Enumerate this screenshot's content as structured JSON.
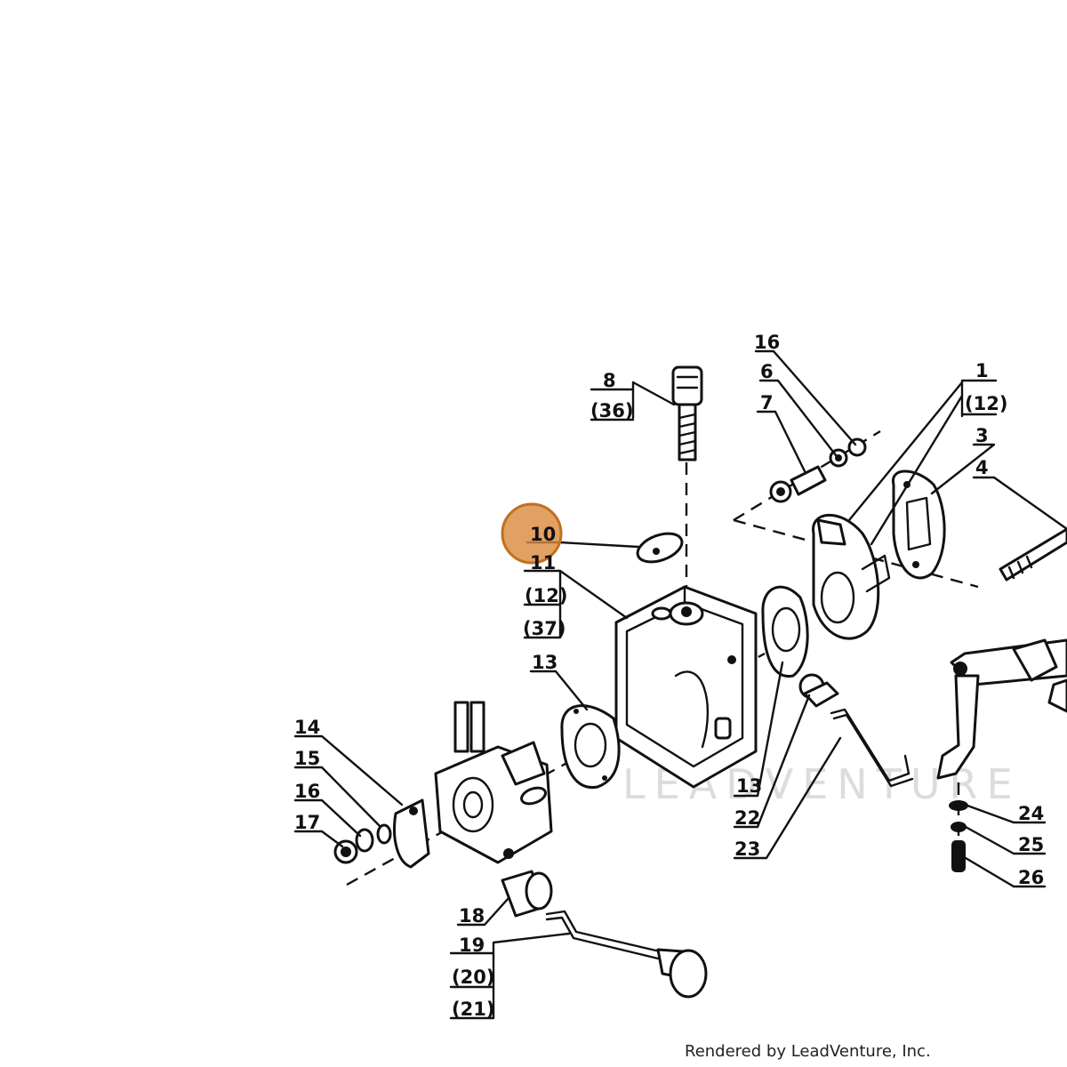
{
  "callouts": {
    "c1": "1",
    "c1b": "(12)",
    "c3": "3",
    "c4": "4",
    "c6": "6",
    "c7": "7",
    "c8": "8",
    "c8b": "(36)",
    "c10": "10",
    "c11": "11",
    "c11b": "(12)",
    "c11c": "(37)",
    "c13a": "13",
    "c13b": "13",
    "c14": "14",
    "c15": "15",
    "c16a": "16",
    "c16b": "16",
    "c17": "17",
    "c18": "18",
    "c19": "19",
    "c19b": "(20)",
    "c19c": "(21)",
    "c22": "22",
    "c23": "23",
    "c24": "24",
    "c25": "25",
    "c26": "26"
  },
  "highlight": {
    "callout": "10",
    "color": "#d98a3c"
  },
  "watermark": "LEADVENTURE",
  "footer": "Rendered by LeadVenture, Inc."
}
